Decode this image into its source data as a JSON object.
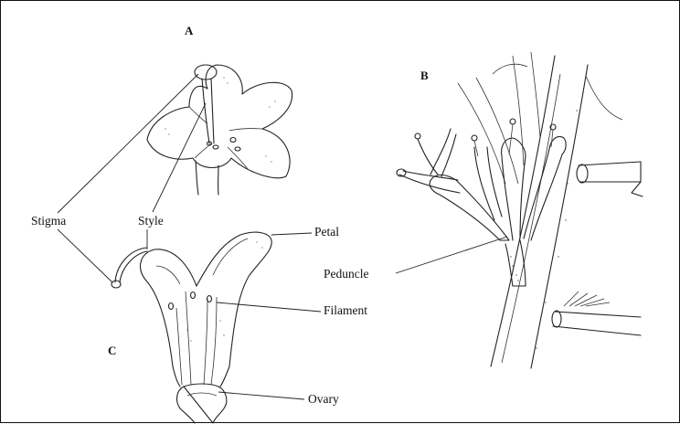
{
  "panels": {
    "a": "A",
    "b": "B",
    "c": "C"
  },
  "labels": {
    "stigma": "Stigma",
    "style": "Style",
    "petal": "Petal",
    "filament": "Filament",
    "ovary": "Ovary",
    "peduncle": "Peduncle"
  }
}
